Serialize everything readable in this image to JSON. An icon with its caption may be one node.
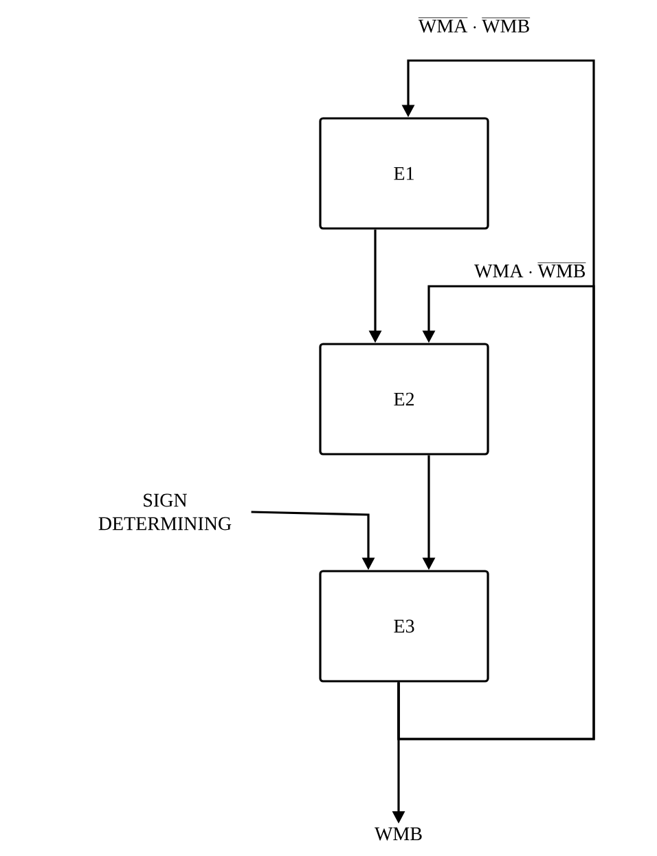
{
  "diagram": {
    "nodes": [
      {
        "text": [
          "E1"
        ]
      },
      {
        "text": [
          "E2"
        ]
      },
      {
        "text": [
          "E3"
        ]
      },
      {
        "text": [
          "SIGN DETERMINING"
        ]
      },
      {
        "text": [
          "WMB"
        ]
      }
    ],
    "edges": [
      {
        "from": 0,
        "to": 1,
        "arrow": "to"
      },
      {
        "from": 1,
        "to": 2,
        "arrow": "to"
      },
      {
        "from": 3,
        "to": 2,
        "arrow": "to"
      },
      {
        "from": 2,
        "to": 4,
        "arrow": "to"
      },
      {
        "from": 2,
        "to": 0,
        "arrow": "to",
        "label": "\\overline{\\mathrm{WMA}}\\cdot\\overline{\\mathrm{WMB}}"
      },
      {
        "from": 2,
        "to": 1,
        "arrow": "to",
        "label": "\\mathrm{WMA}\\cdot\\overline{\\mathrm{WMB}}"
      }
    ]
  }
}
